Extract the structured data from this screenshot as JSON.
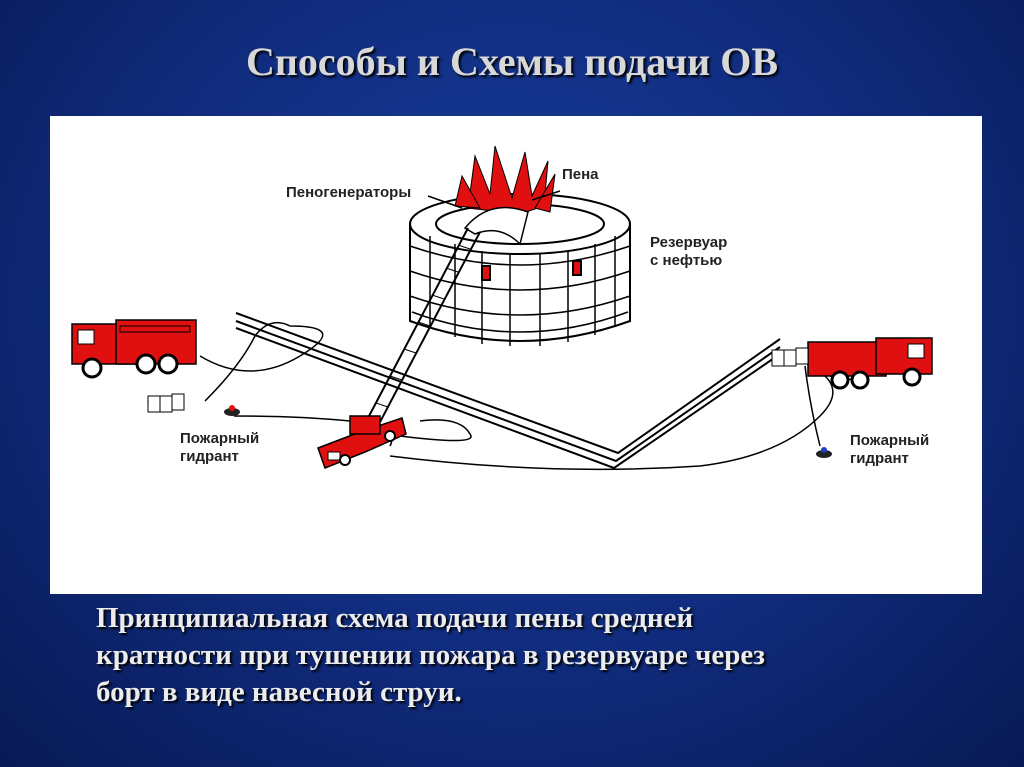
{
  "slide": {
    "title": "Способы и Схемы подачи ОВ"
  },
  "diagram": {
    "labels": {
      "foam_generators": "Пеногенераторы",
      "foam": "Пена",
      "tank_line1": "Резервуар",
      "tank_line2": "с нефтью",
      "hydrant_left_line1": "Пожарный",
      "hydrant_left_line2": "гидрант",
      "hydrant_right_line1": "Пожарный",
      "hydrant_right_line2": "гидрант"
    },
    "colors": {
      "truck": "#e01010",
      "flame": "#e01010",
      "outline": "#000000",
      "background": "#ffffff"
    }
  },
  "caption": {
    "line1": "Принципиальная схема подачи пены средней",
    "line2": "кратности при тушении пожара в резервуаре через",
    "line3": "борт в виде навесной струи."
  }
}
